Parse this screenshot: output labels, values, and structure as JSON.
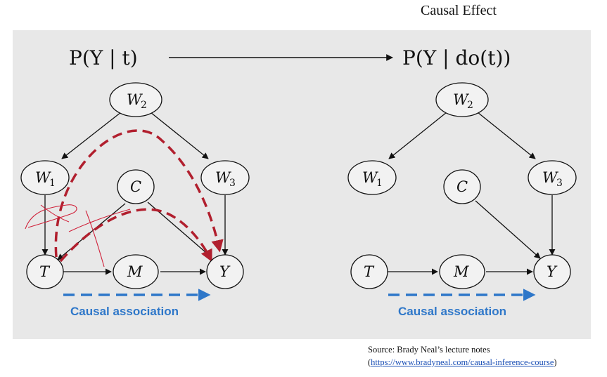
{
  "title": "Causal Effect",
  "left_panel": {
    "formula": "P(Y | t)",
    "nodes": {
      "W2": "W",
      "W2_sub": "2",
      "W1": "W",
      "W1_sub": "1",
      "W3": "W",
      "W3_sub": "3",
      "C": "C",
      "T": "T",
      "M": "M",
      "Y": "Y"
    },
    "causal_label": "Causal association"
  },
  "right_panel": {
    "formula": "P(Y | do(t))",
    "nodes": {
      "W2": "W",
      "W2_sub": "2",
      "W1": "W",
      "W1_sub": "1",
      "W3": "W",
      "W3_sub": "3",
      "C": "C",
      "T": "T",
      "M": "M",
      "Y": "Y"
    },
    "causal_label": "Causal association"
  },
  "colors": {
    "background_panel": "#e8e8e8",
    "non_causal_path": "#b11f2e",
    "causal_arrow": "#2e77c9",
    "scribble": "#d0213a"
  },
  "source": {
    "line1": "Source: Brady Neal’s lecture notes",
    "open_paren": "(",
    "link": "https://www.bradyneal.com/causal-inference-course",
    "close_paren": ")"
  }
}
